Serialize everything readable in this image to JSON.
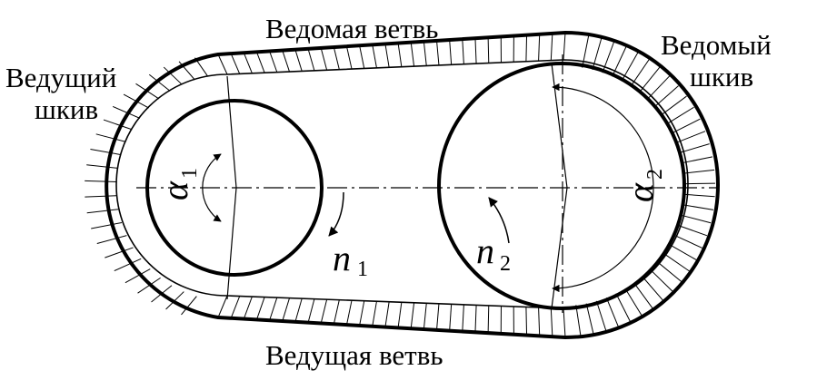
{
  "labels": {
    "driven_branch": "Ведомая ветвь",
    "driving_branch": "Ведущая ветвь",
    "driving_pulley_line1": "Ведущий",
    "driving_pulley_line2": "шкив",
    "driven_pulley_line1": "Ведомый",
    "driven_pulley_line2": "шкив"
  },
  "symbols": {
    "alpha": "α",
    "alpha1_sub": "1",
    "alpha2_sub": "2",
    "n": "n",
    "n1_sub": "1",
    "n2_sub": "2"
  },
  "colors": {
    "stroke": "#000000",
    "background": "#ffffff"
  }
}
